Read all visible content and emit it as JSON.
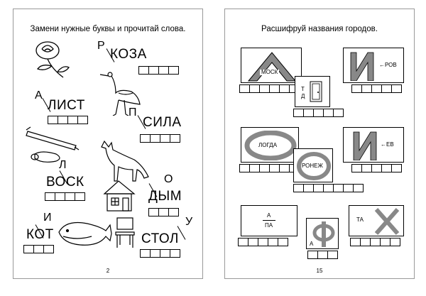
{
  "left_page": {
    "title": "Замени нужные буквы и прочитай слова.",
    "page_number": "2",
    "items": [
      {
        "new_letter": "Р",
        "word": "КОЗА",
        "boxes": 4,
        "picture": "rose-icon"
      },
      {
        "new_letter": "А",
        "word": "ЛИСТ",
        "boxes": 4,
        "picture": "stork-icon"
      },
      {
        "new_letter": "П",
        "word": "СИЛА",
        "boxes": 4,
        "picture": "saw-icon"
      },
      {
        "new_letter": "Л",
        "word": "ВОСК",
        "boxes": 4,
        "picture": "wolf-icon"
      },
      {
        "new_letter": "О",
        "word": "ДЫМ",
        "boxes": 3,
        "picture": "house-icon"
      },
      {
        "new_letter": "И",
        "word": "КОТ",
        "boxes": 3,
        "picture": "whale-icon"
      },
      {
        "new_letter": "У",
        "word": "СТОЛ",
        "boxes": 4,
        "picture": "chair-icon"
      }
    ]
  },
  "right_page": {
    "title": "Расшифруй названия городов.",
    "page_number": "15",
    "puzzles": [
      {
        "big_letter": "А",
        "inner_text": "МОСК"
      },
      {
        "top_letter": "Т",
        "bottom_letter": "Д",
        "picture": "door-icon"
      },
      {
        "big_letter": "И",
        "suffix": "РОВ"
      },
      {
        "shape": "ellipse",
        "inner_text": "ЛОГДА"
      },
      {
        "shape": "ellipse",
        "inner_text": "РОНЕЖ",
        "big_letter": "О"
      },
      {
        "big_letter": "И",
        "suffix": "ЕВ"
      },
      {
        "top_text": "А",
        "bottom_text": "ПА"
      },
      {
        "big_letter": "Ф",
        "sub_letter": "А"
      },
      {
        "prefix": "ТА",
        "big_letter": "Х"
      }
    ]
  }
}
